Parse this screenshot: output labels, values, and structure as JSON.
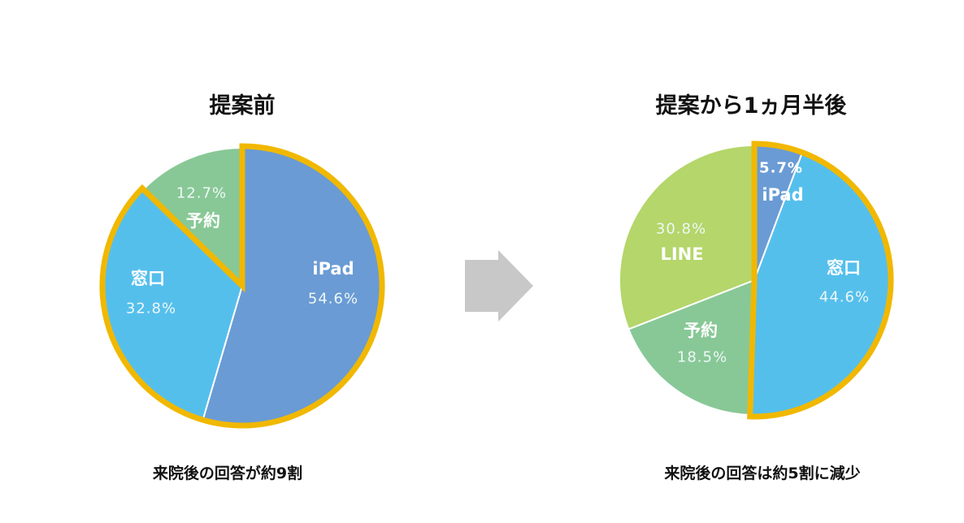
{
  "chart_data": [
    {
      "type": "pie",
      "title": "提案前",
      "caption": "来院後の回答が約9割",
      "slices": [
        {
          "label": "iPad",
          "value": 54.6,
          "pct_text": "54.6%",
          "color": "#6a9bd4",
          "highlight": true
        },
        {
          "label": "窓口",
          "value": 32.8,
          "pct_text": "32.8%",
          "color": "#55bfec",
          "highlight": true
        },
        {
          "label": "予約",
          "value": 12.7,
          "pct_text": "12.7%",
          "color": "#88c896",
          "highlight": false
        }
      ]
    },
    {
      "type": "pie",
      "title": "提案から1ヵ月半後",
      "caption": "来院後の回答は約5割に減少",
      "slices": [
        {
          "label": "iPad",
          "value": 5.7,
          "pct_text": "5.7%",
          "color": "#6a9bd4",
          "highlight": true
        },
        {
          "label": "窓口",
          "value": 44.6,
          "pct_text": "44.6%",
          "color": "#55bfec",
          "highlight": true
        },
        {
          "label": "予約",
          "value": 18.5,
          "pct_text": "18.5%",
          "color": "#88c896",
          "highlight": false
        },
        {
          "label": "LINE",
          "value": 30.8,
          "pct_text": "30.8%",
          "color": "#b4d66a",
          "highlight": false
        }
      ]
    }
  ],
  "colors": {
    "highlight": "#f1b800",
    "arrow": "#c8c8c8"
  }
}
